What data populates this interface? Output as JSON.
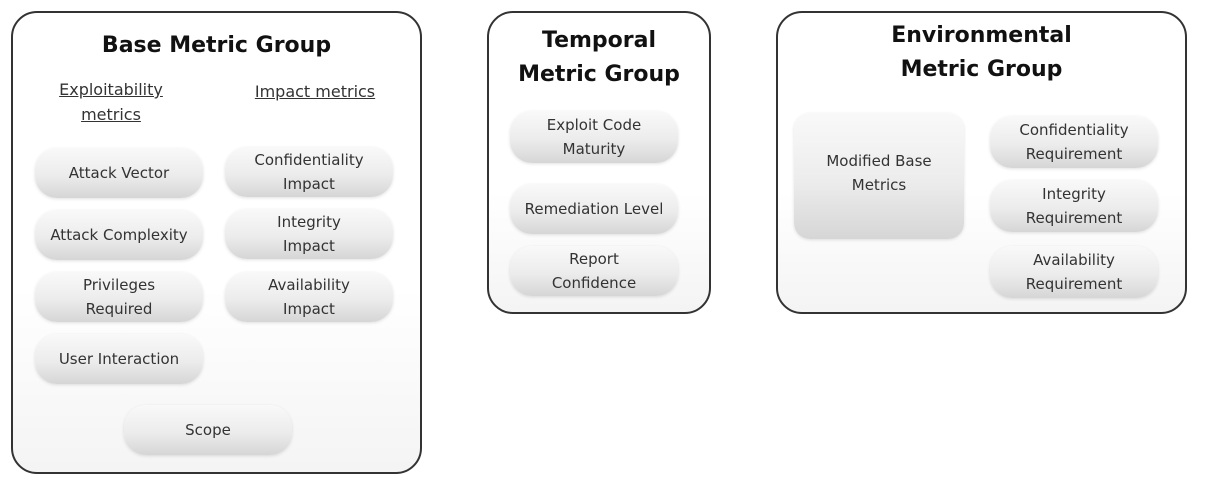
{
  "base": {
    "title": "Base Metric Group",
    "exploitability_header": "Exploitability\nmetrics",
    "impact_header": "Impact metrics",
    "exploitability": [
      "Attack Vector",
      "Attack Complexity",
      "Privileges\nRequired",
      "User Interaction"
    ],
    "impact": [
      "Confidentiality\nImpact",
      "Integrity\nImpact",
      "Availability\nImpact"
    ],
    "scope": "Scope"
  },
  "temporal": {
    "title": "Temporal\nMetric Group",
    "metrics": [
      "Exploit Code\nMaturity",
      "Remediation Level",
      "Report\nConfidence"
    ]
  },
  "environmental": {
    "title": "Environmental\nMetric Group",
    "modified": "Modified Base\nMetrics",
    "requirements": [
      "Confidentiality\nRequirement",
      "Integrity\nRequirement",
      "Availability\nRequirement"
    ]
  }
}
